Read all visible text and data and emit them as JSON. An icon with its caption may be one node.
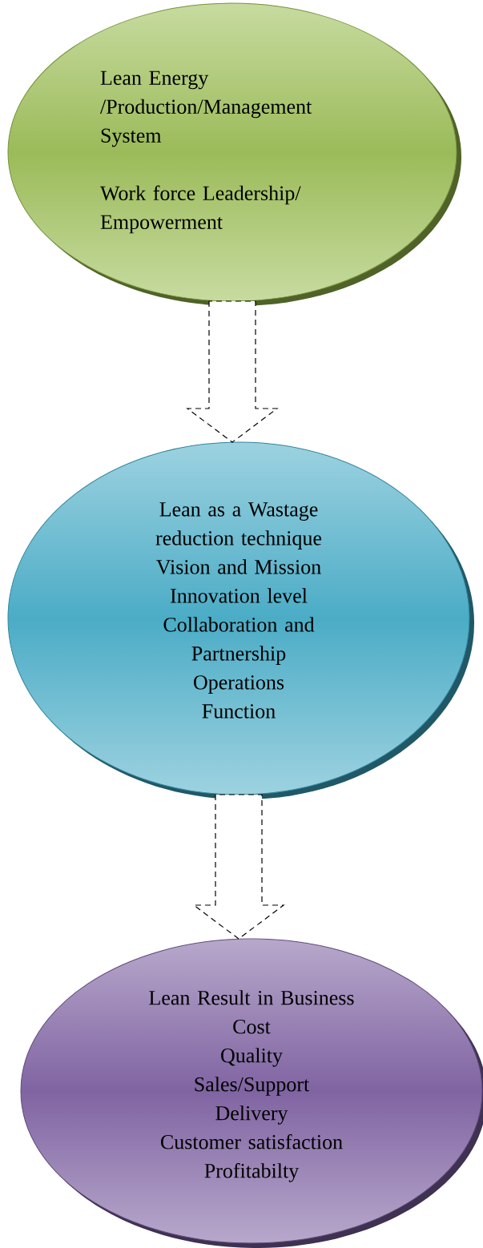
{
  "diagram": {
    "nodes": [
      {
        "text": [
          "Lean Energy /Production/Management System",
          "Work force Leadership/ Empowerment"
        ]
      },
      {
        "text": [
          "Lean as a Wastage reduction technique",
          "Vision and Mission",
          "Innovation level",
          "Collaboration and Partnership",
          "Operations Function"
        ]
      },
      {
        "text": [
          "Lean Result in Business",
          "Cost",
          "Quality",
          "Sales/Support",
          "Delivery",
          "Customer satisfaction",
          "Profitabilty"
        ]
      }
    ],
    "edges": [
      {
        "from": 0,
        "to": 1,
        "arrow": "to",
        "style": "dashed"
      },
      {
        "from": 1,
        "to": 2,
        "arrow": "to",
        "style": "dashed"
      }
    ]
  }
}
